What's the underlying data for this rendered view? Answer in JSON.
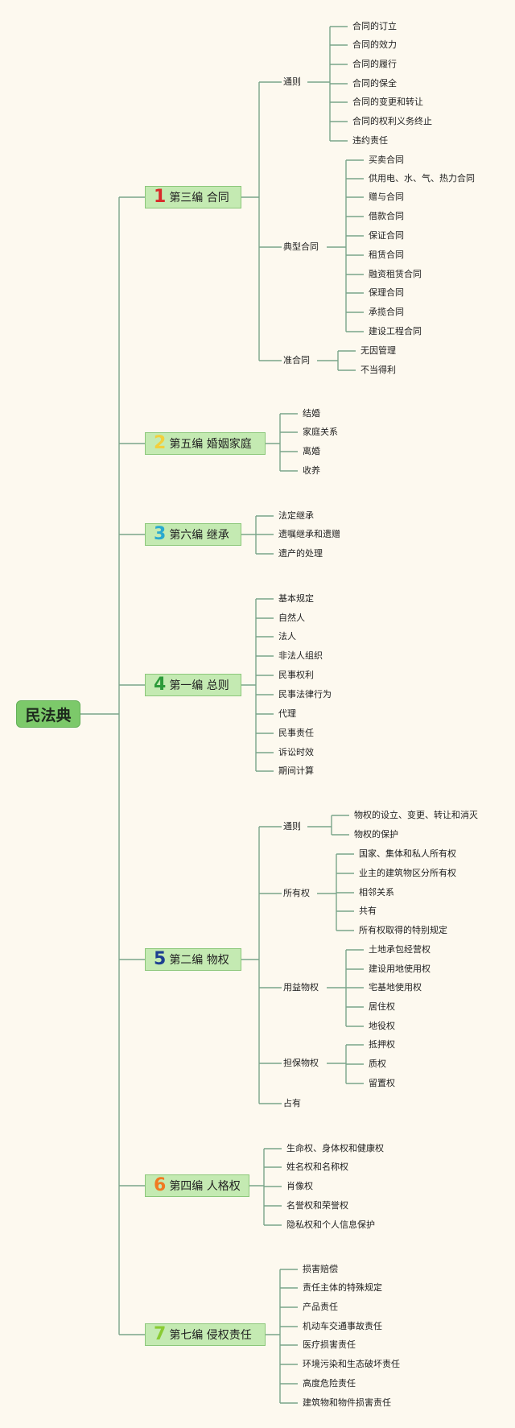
{
  "root": "民法典",
  "colors": {
    "line": "#7aa58a",
    "numbers": [
      "#d92a2a",
      "#f2cf3c",
      "#2aa9cf",
      "#2c9a3a",
      "#1d3f91",
      "#f07a22",
      "#8acb33"
    ]
  },
  "parts": [
    {
      "num": "1",
      "title": "第三编 合同",
      "children": [
        {
          "label": "通则",
          "children": [
            "合同的订立",
            "合同的效力",
            "合同的履行",
            "合同的保全",
            "合同的变更和转让",
            "合同的权利义务终止",
            "违约责任"
          ]
        },
        {
          "label": "典型合同",
          "children": [
            "买卖合同",
            "供用电、水、气、热力合同",
            "赠与合同",
            "借款合同",
            "保证合同",
            "租赁合同",
            "融资租赁合同",
            "保理合同",
            "承揽合同",
            "建设工程合同"
          ]
        },
        {
          "label": "准合同",
          "children": [
            "无因管理",
            "不当得利"
          ]
        }
      ]
    },
    {
      "num": "2",
      "title": "第五编 婚姻家庭",
      "children": [
        "结婚",
        "家庭关系",
        "离婚",
        "收养"
      ]
    },
    {
      "num": "3",
      "title": "第六编 继承",
      "children": [
        "法定继承",
        "遗嘱继承和遗赠",
        "遗产的处理"
      ]
    },
    {
      "num": "4",
      "title": "第一编 总则",
      "children": [
        "基本规定",
        "自然人",
        "法人",
        "非法人组织",
        "民事权利",
        "民事法律行为",
        "代理",
        "民事责任",
        "诉讼时效",
        "期间计算"
      ]
    },
    {
      "num": "5",
      "title": "第二编 物权",
      "children": [
        {
          "label": "通则",
          "children": [
            "物权的设立、变更、转让和消灭",
            "物权的保护"
          ]
        },
        {
          "label": "所有权",
          "children": [
            "国家、集体和私人所有权",
            "业主的建筑物区分所有权",
            "相邻关系",
            "共有",
            "所有权取得的特别规定"
          ]
        },
        {
          "label": "用益物权",
          "children": [
            "土地承包经营权",
            "建设用地使用权",
            "宅基地使用权",
            "居住权",
            "地役权"
          ]
        },
        {
          "label": "担保物权",
          "children": [
            "抵押权",
            "质权",
            "留置权"
          ]
        },
        {
          "label": "占有",
          "children": []
        }
      ]
    },
    {
      "num": "6",
      "title": "第四编 人格权",
      "children": [
        "生命权、身体权和健康权",
        "姓名权和名称权",
        "肖像权",
        "名誉权和荣誉权",
        "隐私权和个人信息保护"
      ]
    },
    {
      "num": "7",
      "title": "第七编 侵权责任",
      "children": [
        "损害赔偿",
        "责任主体的特殊规定",
        "产品责任",
        "机动车交通事故责任",
        "医疗损害责任",
        "环境污染和生态破坏责任",
        "高度危险责任",
        "建筑物和物件损害责任"
      ]
    }
  ]
}
